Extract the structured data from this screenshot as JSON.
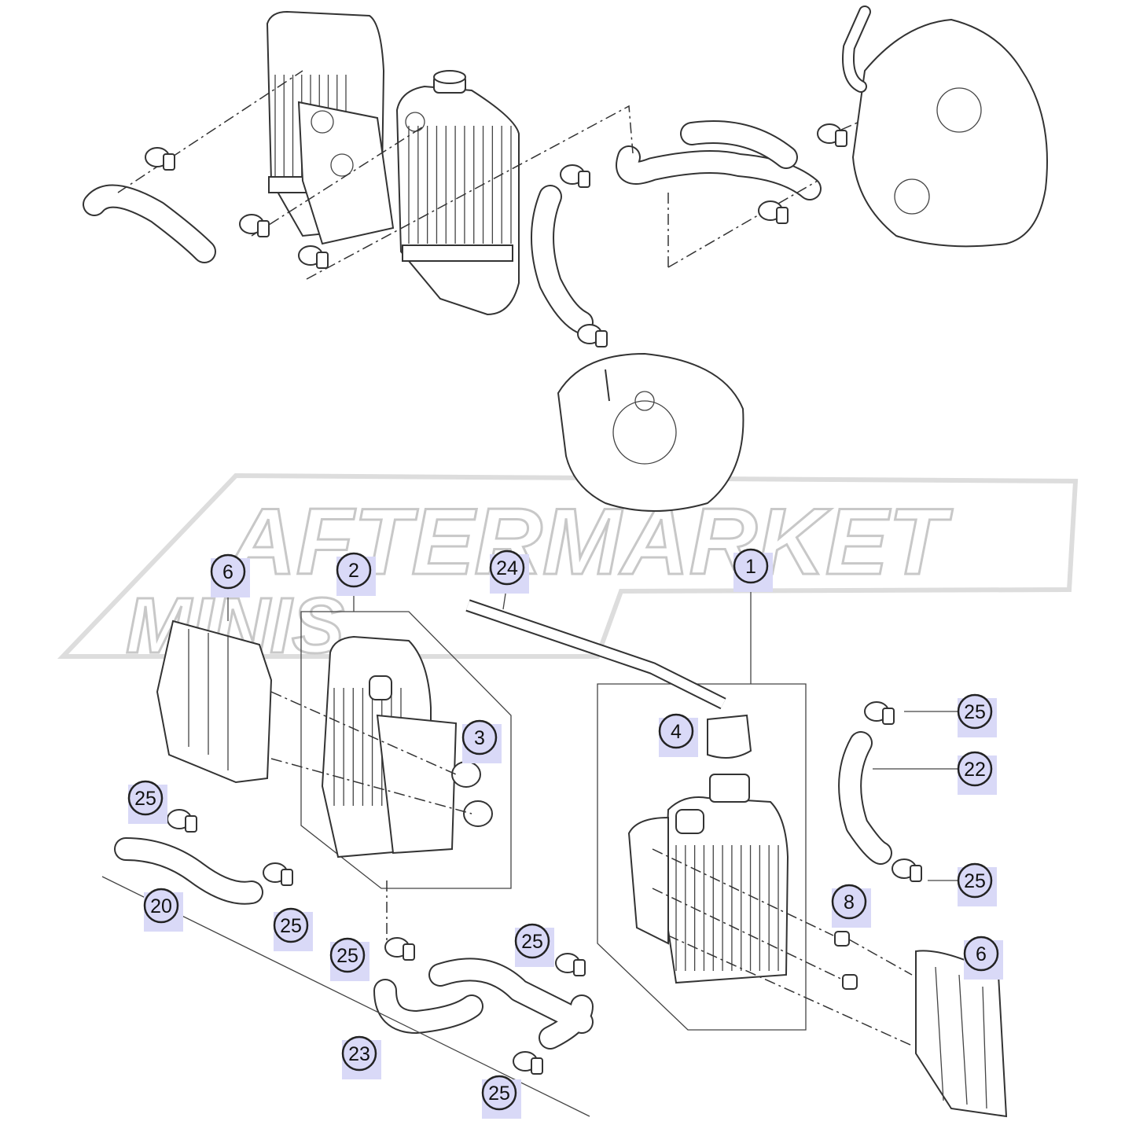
{
  "watermark": {
    "line1": "AFTERMARKET",
    "line2": "MINIS"
  },
  "callouts": [
    "6",
    "2",
    "24",
    "1",
    "3",
    "4",
    "25",
    "22",
    "25",
    "25",
    "8",
    "20",
    "25",
    "25",
    "25",
    "6",
    "23",
    "25"
  ]
}
